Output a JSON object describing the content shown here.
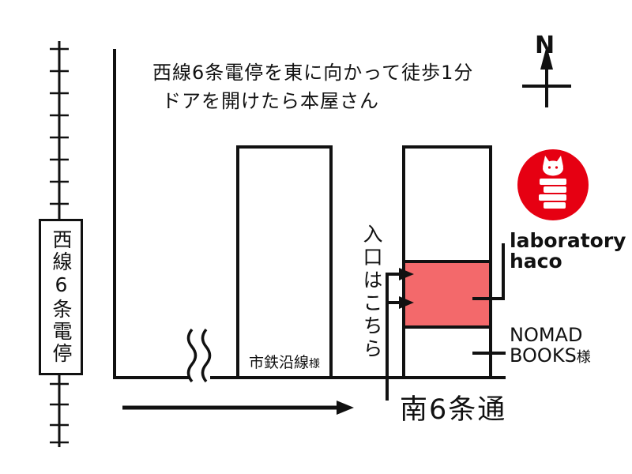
{
  "header": {
    "directions_line1": "西線6条電停を東に向かって徒歩1分",
    "directions_line2": "ドアを開けたら本屋さん"
  },
  "compass": {
    "label": "N"
  },
  "tram_stop": {
    "label": "西線6条電停"
  },
  "buildings": {
    "left_label_main": "市鉄沿線",
    "left_label_suffix": "様"
  },
  "entrance": {
    "label": "入口はこちら"
  },
  "street": {
    "label": "南6条通"
  },
  "shop": {
    "name_line1": "laboratory",
    "name_line2": "haco"
  },
  "neighbor": {
    "line1": "NOMAD",
    "line2_main": "BOOKS",
    "line2_suffix": "様"
  },
  "colors": {
    "highlight": "#f3696b",
    "logo_red": "#e60012",
    "ink": "#111111"
  }
}
